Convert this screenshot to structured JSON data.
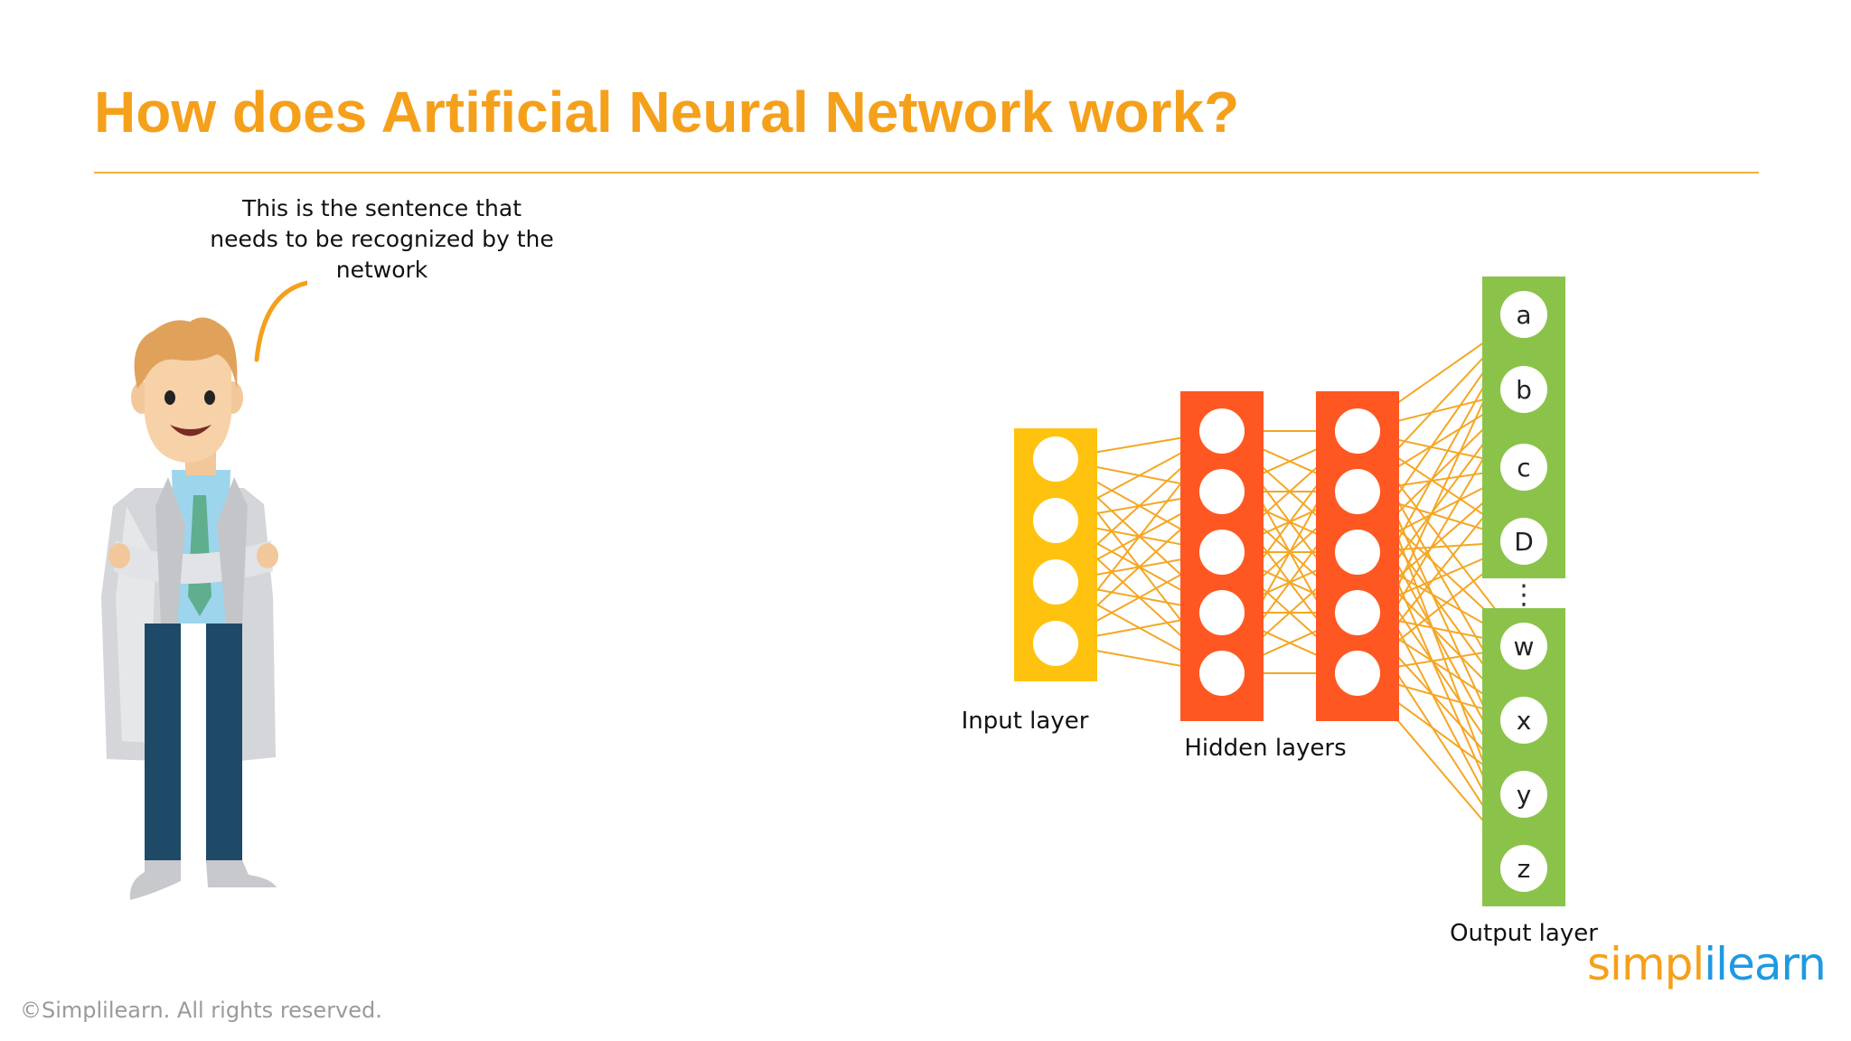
{
  "slide": {
    "title": "How does Artificial Neural Network work?",
    "speech_lines": [
      "This is the sentence that",
      "needs to be recognized by the",
      "network"
    ],
    "copyright": "©Simplilearn. All rights reserved.",
    "logo_part1": "simpl",
    "logo_part2": "ilearn"
  },
  "colors": {
    "accent_orange": "#F5A01B",
    "top_bar": [
      "#F5A623",
      "#F26B2A",
      "#1BA35A",
      "#1E9AE0"
    ],
    "input_layer": "#FFC20E",
    "hidden_layer": "#FF5722",
    "output_layer": "#8BC34A",
    "connection": "#F5A623"
  },
  "diagram": {
    "labels": {
      "input": "Input layer",
      "hidden": "Hidden layers",
      "output": "Output layer",
      "ellipsis": "⋮"
    },
    "input_nodes": 4,
    "hidden_layers": [
      5,
      5
    ],
    "output_top": [
      "a",
      "b",
      "c",
      "D"
    ],
    "output_bottom": [
      "w",
      "x",
      "y",
      "z"
    ]
  }
}
